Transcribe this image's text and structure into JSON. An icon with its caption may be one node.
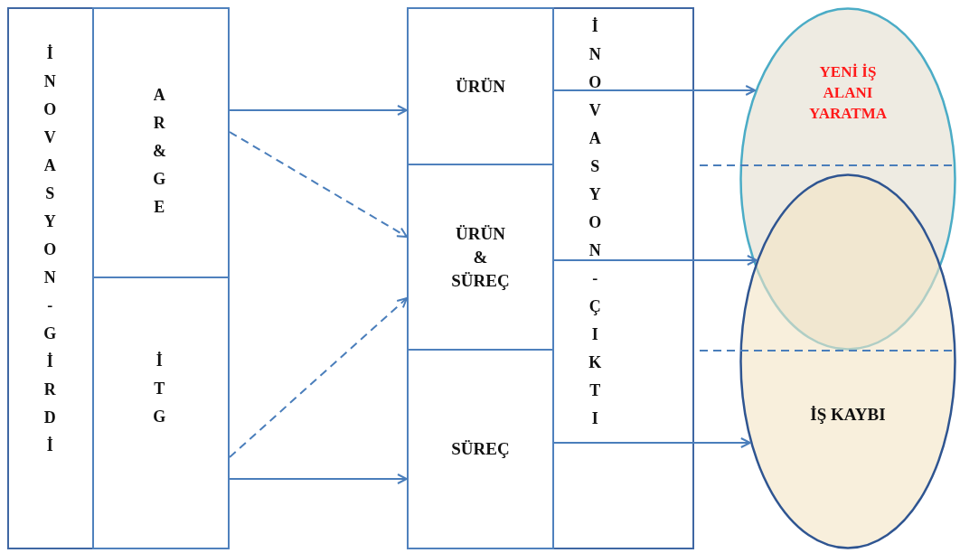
{
  "diagram": {
    "nodes": [
      {
        "text": [
          "İNOVASYON-GİRDİ"
        ]
      },
      {
        "text": [
          "AR&GE"
        ],
        "in": 0
      },
      {
        "text": [
          "İTG"
        ],
        "in": 0
      },
      {
        "text": [
          "İNOVASYON-ÇIKTI"
        ]
      },
      {
        "text": [
          "ÜRÜN"
        ],
        "in": 3
      },
      {
        "text": [
          "ÜRÜN & SÜREÇ"
        ],
        "in": 3
      },
      {
        "text": [
          "SÜREÇ"
        ],
        "in": 3
      },
      {
        "text": [
          "YENİ İŞ ALANI YARATMA"
        ]
      },
      {
        "text": [
          "İŞ KAYBI"
        ]
      }
    ],
    "edges": [
      {
        "from": 1,
        "to": 4,
        "arrow": "to"
      },
      {
        "from": 1,
        "to": 5,
        "arrow": "to",
        "style": "dashed"
      },
      {
        "from": 2,
        "to": 5,
        "arrow": "to",
        "style": "dashed"
      },
      {
        "from": 2,
        "to": 6,
        "arrow": "to"
      },
      {
        "from": 4,
        "to": 7,
        "arrow": "to"
      },
      {
        "from": 5,
        "to": 8,
        "arrow": "to"
      },
      {
        "from": 6,
        "to": 8,
        "arrow": "to"
      }
    ]
  }
}
